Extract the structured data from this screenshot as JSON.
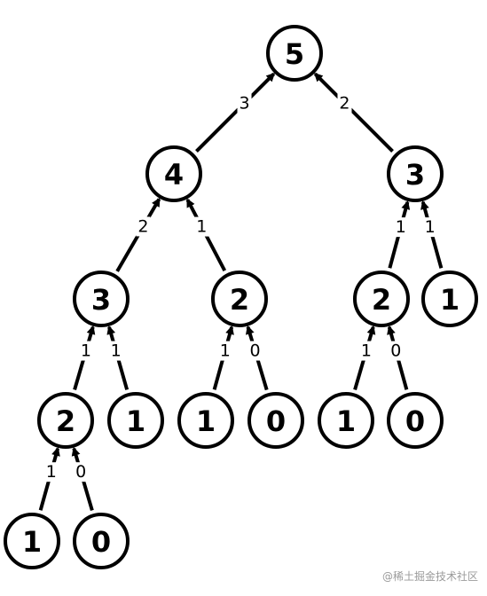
{
  "nodes": [
    {
      "id": "n5a",
      "label": "5"
    },
    {
      "id": "n4a",
      "label": "4"
    },
    {
      "id": "n3a",
      "label": "3"
    },
    {
      "id": "n3b",
      "label": "3"
    },
    {
      "id": "n2a",
      "label": "2"
    },
    {
      "id": "n2b",
      "label": "2"
    },
    {
      "id": "n1a",
      "label": "1"
    },
    {
      "id": "n2c",
      "label": "2"
    },
    {
      "id": "n1b",
      "label": "1"
    },
    {
      "id": "n1c",
      "label": "1"
    },
    {
      "id": "n0a",
      "label": "0"
    },
    {
      "id": "n1d",
      "label": "1"
    },
    {
      "id": "n0b",
      "label": "0"
    },
    {
      "id": "n1e",
      "label": "1"
    },
    {
      "id": "n0c",
      "label": "0"
    }
  ],
  "edges": [
    {
      "from": "n4a",
      "to": "n5a",
      "label": "3"
    },
    {
      "from": "n3a",
      "to": "n5a",
      "label": "2"
    },
    {
      "from": "n3b",
      "to": "n4a",
      "label": "2"
    },
    {
      "from": "n2a",
      "to": "n4a",
      "label": "1"
    },
    {
      "from": "n2b",
      "to": "n3a",
      "label": "1"
    },
    {
      "from": "n1a",
      "to": "n3a",
      "label": "1"
    },
    {
      "from": "n2c",
      "to": "n3b",
      "label": "1"
    },
    {
      "from": "n1b",
      "to": "n3b",
      "label": "1"
    },
    {
      "from": "n1c",
      "to": "n2a",
      "label": "1"
    },
    {
      "from": "n0a",
      "to": "n2a",
      "label": "0"
    },
    {
      "from": "n1d",
      "to": "n2b",
      "label": "1"
    },
    {
      "from": "n0b",
      "to": "n2b",
      "label": "0"
    },
    {
      "from": "n1e",
      "to": "n2c",
      "label": "1"
    },
    {
      "from": "n0c",
      "to": "n2c",
      "label": "0"
    }
  ],
  "watermark": "@稀土掘金技术社区"
}
